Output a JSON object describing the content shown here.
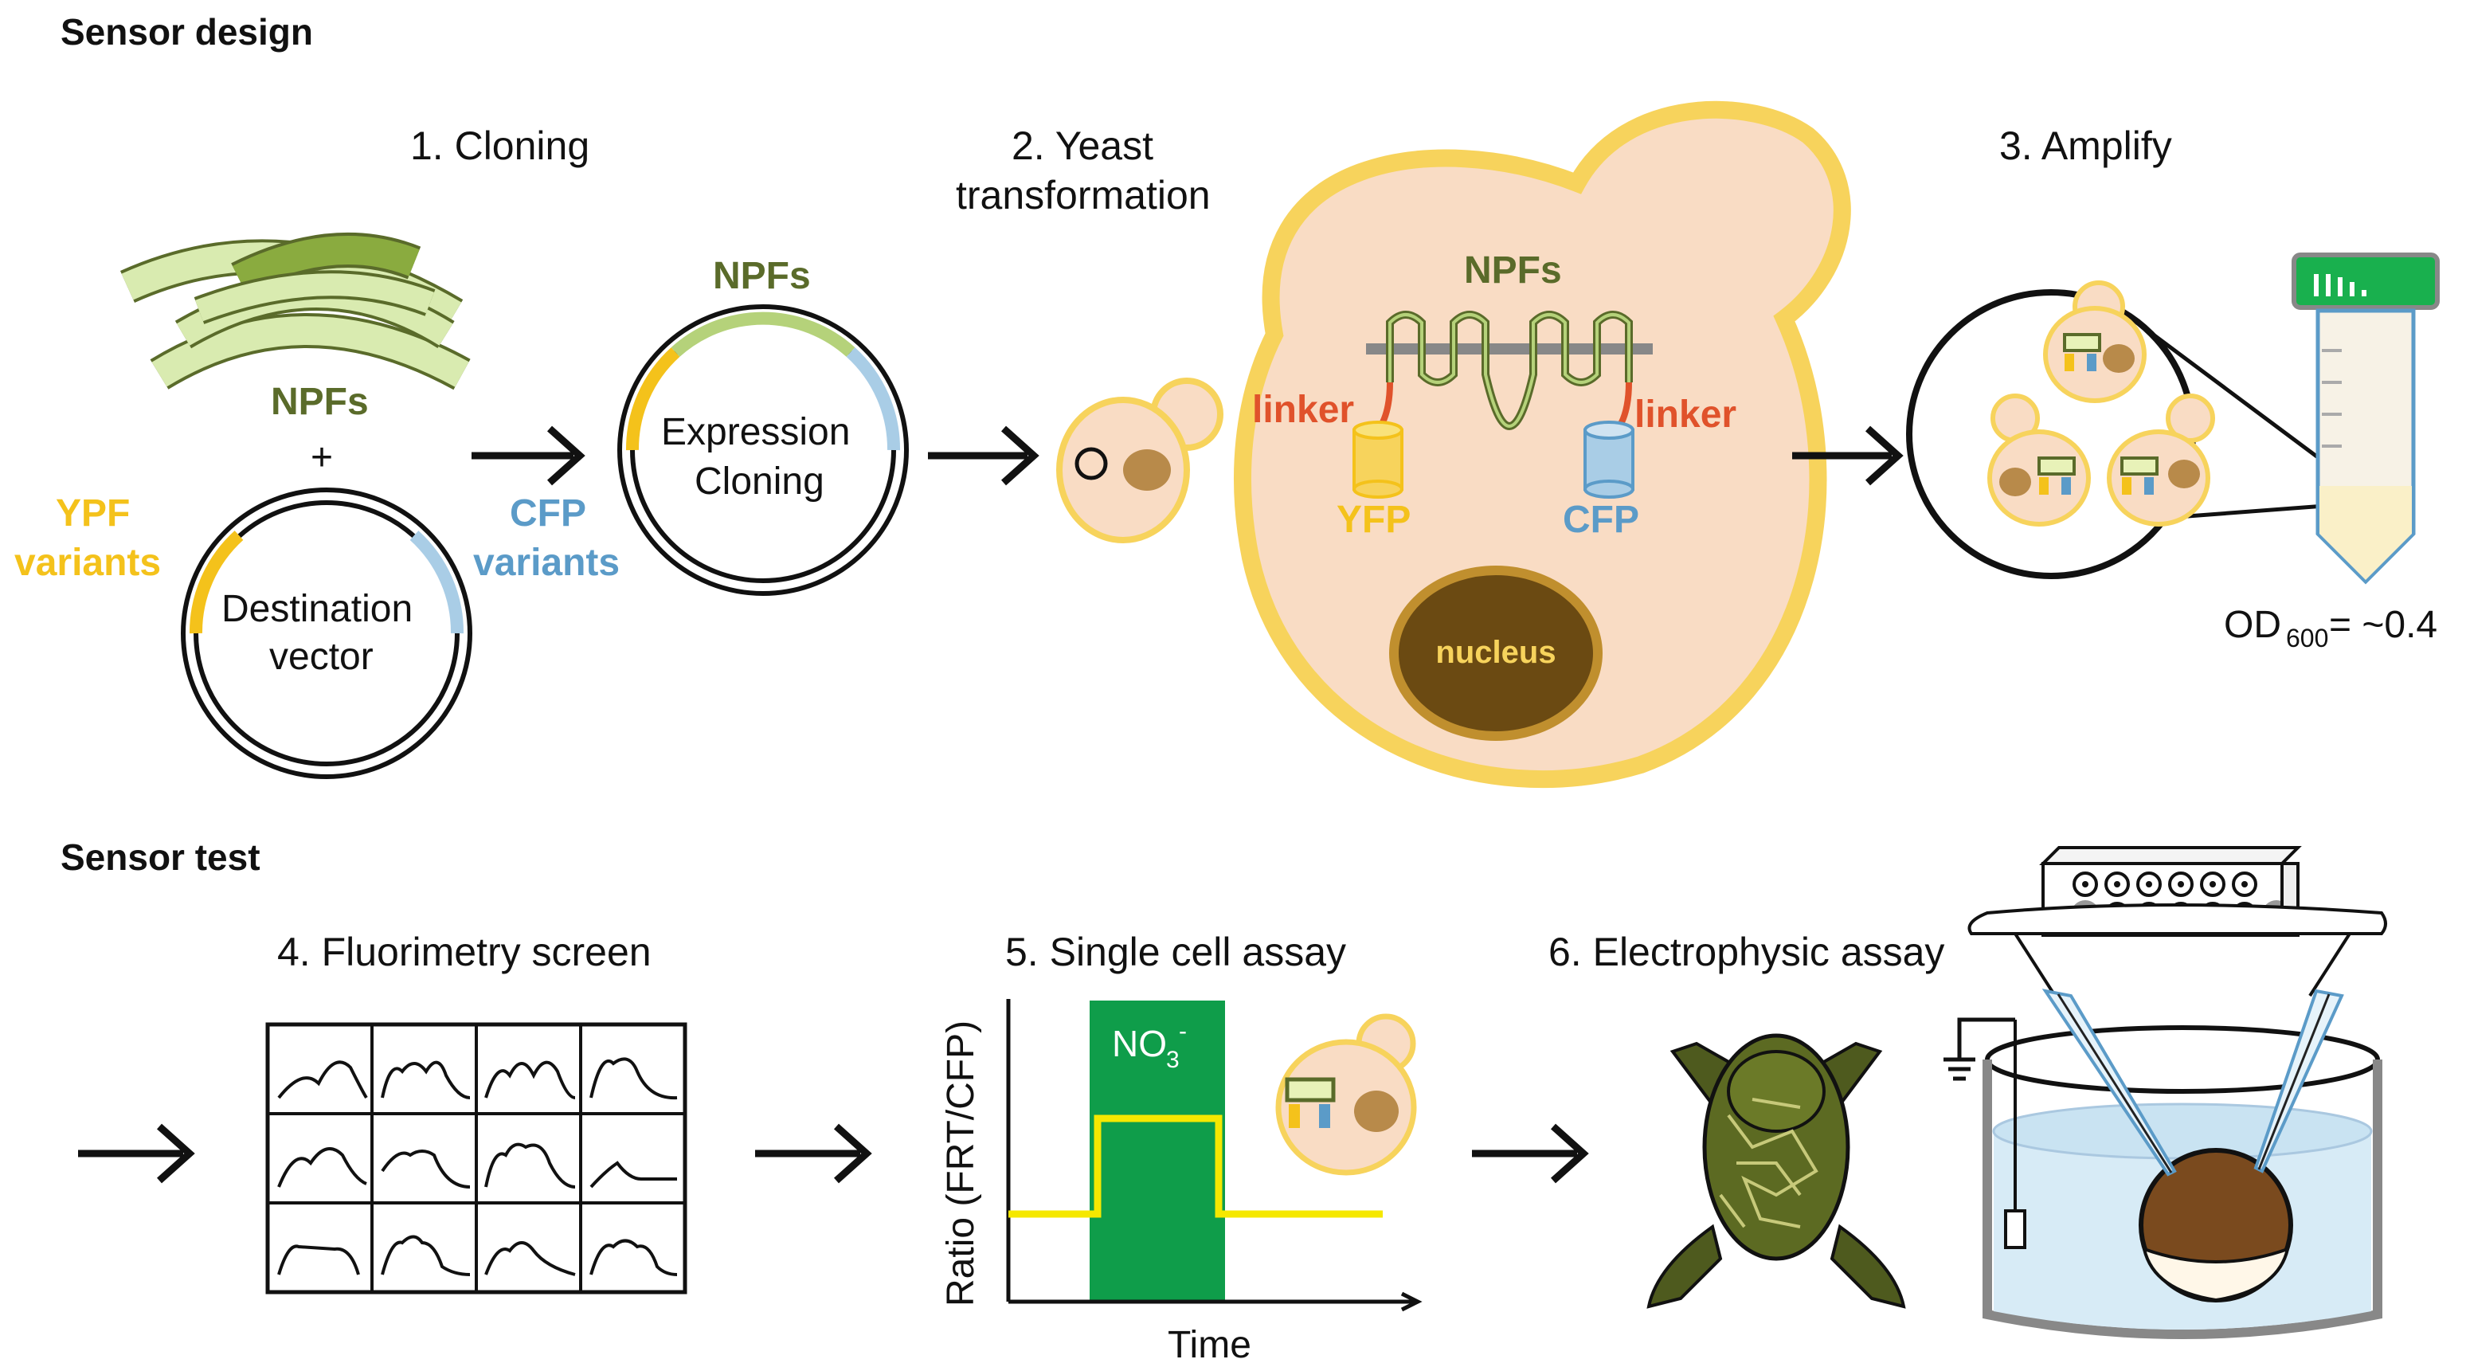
{
  "sections": {
    "design_title": "Sensor design",
    "test_title": "Sensor test"
  },
  "steps": {
    "cloning": "1. Cloning",
    "yeast_line1": "2. Yeast",
    "yeast_line2": "transformation",
    "amplify": "3. Amplify",
    "fluorimetry": "4. Fluorimetry screen",
    "single_cell": "5. Single cell assay",
    "electrophysic": "6. Electrophysic assay"
  },
  "labels": {
    "npfs": "NPFs",
    "plus": "+",
    "ypf_variants_1": "YPF",
    "ypf_variants_2": "variants",
    "cfp_variants_1": "CFP",
    "cfp_variants_2": "variants",
    "destination_1": "Destination",
    "destination_2": "vector",
    "expression_1": "Expression",
    "expression_2": "Cloning",
    "linker": "linker",
    "yfp": "YFP",
    "cfp": "CFP",
    "nucleus": "nucleus",
    "od_prefix": "OD",
    "od_sub": "600",
    "od_value": "= ~0.4",
    "no3": "NO",
    "no3_sub": "3",
    "no3_sup": "-",
    "ratio_axis": "Ratio (FRT/CFP)",
    "time_axis": "Time"
  },
  "colors": {
    "npf_green": "#5a6b2a",
    "yfp_yellow": "#f4c21b",
    "cfp_blue": "#5b9bc8",
    "linker_orange": "#e0522b",
    "cell_fill": "#f9dcc4",
    "cell_border": "#f7d35c",
    "nucleus": "#6b4a12",
    "assay_green": "#0f9d4a"
  }
}
